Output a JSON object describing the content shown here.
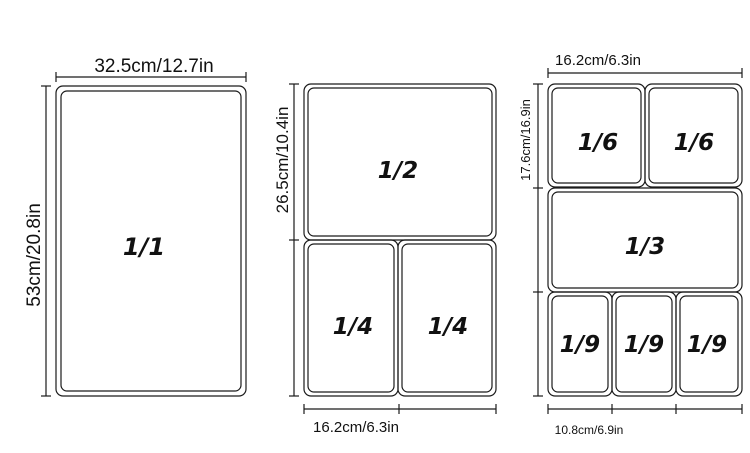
{
  "colors": {
    "stroke": "#1a1a1a",
    "background": "#ffffff",
    "text": "#111111"
  },
  "set_1": {
    "width_label": "32.5cm/12.7in",
    "height_label": "53cm/20.8in",
    "pan_full": "1/1"
  },
  "set_2": {
    "height_label": "26.5cm/10.4in",
    "width_label": "16.2cm/6.3in",
    "pan_half": "1/2",
    "pan_quarter_left": "1/4",
    "pan_quarter_right": "1/4"
  },
  "set_3": {
    "width_label": "16.2cm/6.3in",
    "height_label": "17.6cm/16.9in",
    "bottom_label": "10.8cm/6.9in",
    "pan_sixth_left": "1/6",
    "pan_sixth_right": "1/6",
    "pan_third": "1/3",
    "pan_ninth_left": "1/9",
    "pan_ninth_middle": "1/9",
    "pan_ninth_right": "1/9"
  }
}
